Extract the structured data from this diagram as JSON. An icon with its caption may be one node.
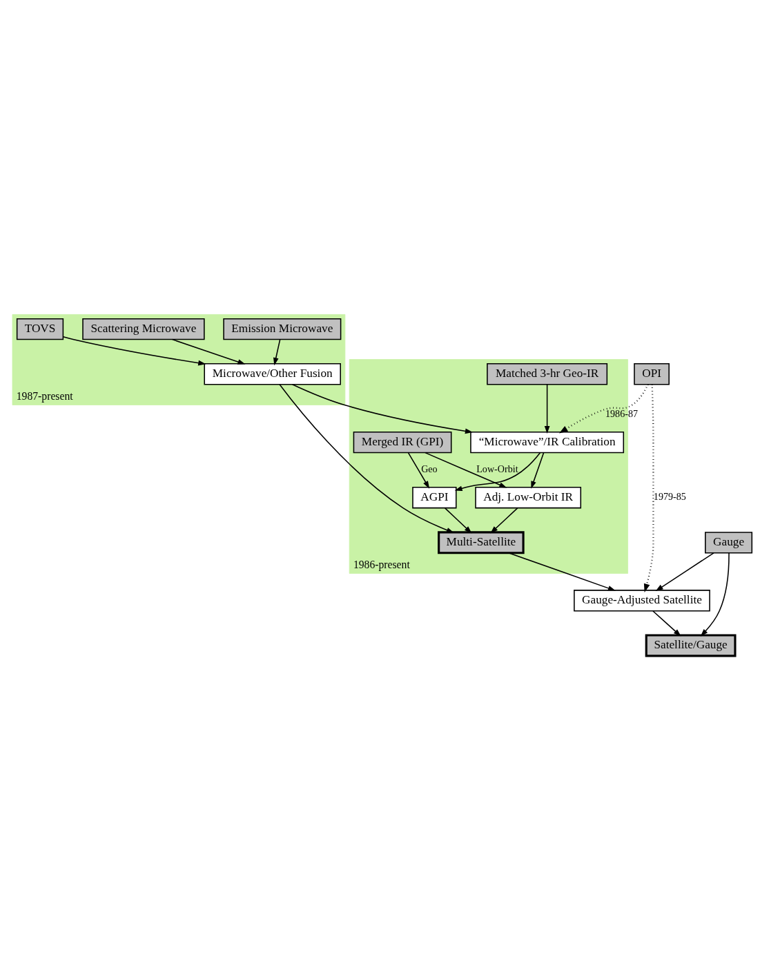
{
  "diagram": {
    "nodes": [
      {
        "text": [
          "1987-present"
        ]
      },
      {
        "text": [
          "1986-present"
        ]
      },
      {
        "text": [
          "Emission Microwave"
        ],
        "in": 0
      },
      {
        "text": [
          "Scattering Microwave"
        ],
        "in": 0
      },
      {
        "text": [
          "TOVS"
        ],
        "in": 0
      },
      {
        "text": [
          "OPI"
        ]
      },
      {
        "text": [
          "Microwave/Other Fusion"
        ],
        "in": 0
      },
      {
        "text": [
          "Matched 3-hr Geo-IR"
        ],
        "in": 1
      },
      {
        "text": [
          "“Microwave”/IR Calibration"
        ],
        "in": 1
      },
      {
        "text": [
          "Merged IR (GPI)"
        ],
        "in": 1
      },
      {
        "text": [
          "AGPI"
        ],
        "in": 1
      },
      {
        "text": [
          "Adj. Low-Orbit IR"
        ],
        "in": 1
      },
      {
        "text": [
          "Multi-Satellite"
        ],
        "in": 1
      },
      {
        "text": [
          "Gauge-Adjusted Satellite"
        ]
      },
      {
        "text": [
          "Gauge"
        ]
      },
      {
        "text": [
          "Satellite/Gauge"
        ]
      }
    ],
    "edges": [
      {
        "from": 2,
        "to": 6,
        "arrow": "to"
      },
      {
        "from": 3,
        "to": 6,
        "arrow": "to"
      },
      {
        "from": 4,
        "to": 6,
        "arrow": "to"
      },
      {
        "from": 5,
        "to": 8,
        "arrow": "to",
        "label": "1986-87",
        "style": "dashed"
      },
      {
        "from": 5,
        "to": 13,
        "arrow": "to",
        "label": "1979-85",
        "style": "dashed"
      },
      {
        "from": 6,
        "to": 8,
        "arrow": "to"
      },
      {
        "from": 6,
        "to": 12,
        "arrow": "to"
      },
      {
        "from": 7,
        "to": 8,
        "arrow": "to"
      },
      {
        "from": 8,
        "to": 10,
        "arrow": "to"
      },
      {
        "from": 8,
        "to": 11,
        "arrow": "to"
      },
      {
        "from": 9,
        "to": 10,
        "arrow": "to",
        "label": "Geo"
      },
      {
        "from": 9,
        "to": 11,
        "arrow": "to",
        "label": "Low-Orbit"
      },
      {
        "from": 10,
        "to": 12,
        "arrow": "to"
      },
      {
        "from": 11,
        "to": 12,
        "arrow": "to"
      },
      {
        "from": 12,
        "to": 13,
        "arrow": "to"
      },
      {
        "from": 14,
        "to": 13,
        "arrow": "to"
      },
      {
        "from": 14,
        "to": 15,
        "arrow": "to"
      },
      {
        "from": 13,
        "to": 15,
        "arrow": "to"
      }
    ]
  }
}
